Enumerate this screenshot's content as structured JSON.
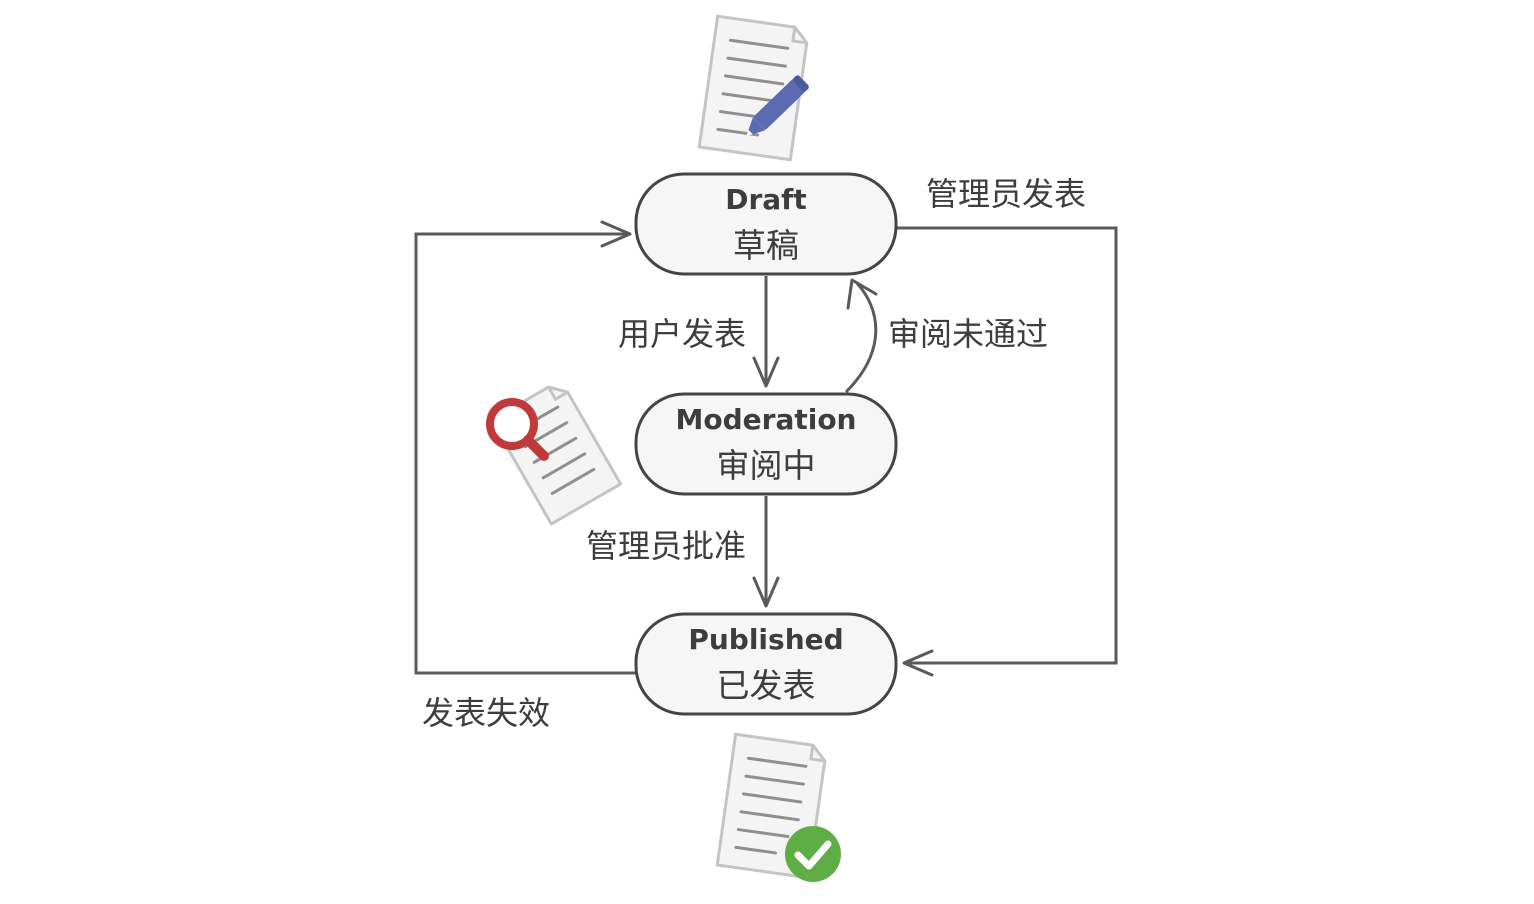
{
  "diagram": {
    "states": {
      "draft": {
        "title_en": "Draft",
        "title_zh": "草稿"
      },
      "moderation": {
        "title_en": "Moderation",
        "title_zh": "审阅中"
      },
      "published": {
        "title_en": "Published",
        "title_zh": "已发表"
      }
    },
    "transitions": {
      "user_publish": "用户发表",
      "review_failed": "审阅未通过",
      "admin_approve": "管理员批准",
      "admin_publish": "管理员发表",
      "publish_expired": "发表失效"
    },
    "icons": {
      "draft": "document-pencil-icon",
      "moderation": "document-magnifier-icon",
      "published": "document-checkmark-icon"
    },
    "colors": {
      "pencil": "#5b6bb1",
      "magnifier": "#c0393b",
      "checkmark": "#5fae45",
      "stroke": "#444444",
      "box_fill": "#f6f6f6"
    }
  }
}
